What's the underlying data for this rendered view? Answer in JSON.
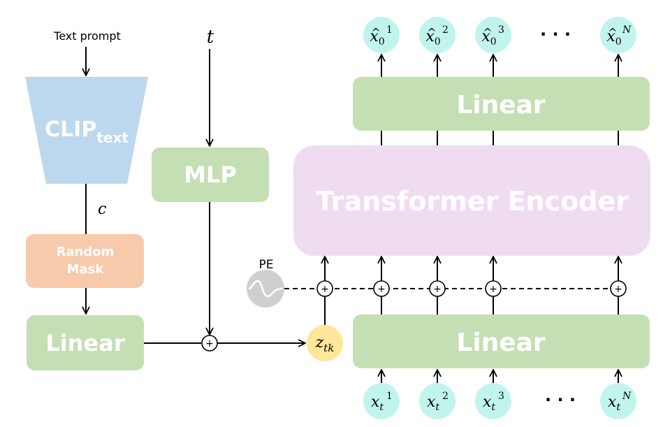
{
  "text_prompt": "Text prompt",
  "clip": {
    "main": "CLIP",
    "sub": "text"
  },
  "c_label": "c",
  "t_label": "t",
  "mlp": "MLP",
  "random_mask": {
    "line1": "Random",
    "line2": "Mask"
  },
  "linear_left": "Linear",
  "z_token": {
    "base": "z",
    "sub": "tk"
  },
  "pe": "PE",
  "plus": "+",
  "transformer": "Transformer Encoder",
  "linear_top": "Linear",
  "linear_bottom": "Linear",
  "ellipsis": "· · ·",
  "outputs": [
    {
      "base": "x",
      "hat": "^",
      "sub": "0",
      "sup": "1"
    },
    {
      "base": "x",
      "hat": "^",
      "sub": "0",
      "sup": "2"
    },
    {
      "base": "x",
      "hat": "^",
      "sub": "0",
      "sup": "3"
    },
    {
      "base": "x",
      "hat": "^",
      "sub": "0",
      "sup": "N"
    }
  ],
  "inputs": [
    {
      "base": "x",
      "sub": "t",
      "sup": "1"
    },
    {
      "base": "x",
      "sub": "t",
      "sup": "2"
    },
    {
      "base": "x",
      "sub": "t",
      "sup": "3"
    },
    {
      "base": "x",
      "sub": "t",
      "sup": "N"
    }
  ],
  "colors": {
    "green": "#c5dfb4",
    "clip_blue": "#bdd7ee",
    "mask_orange": "#f7caac",
    "transformer_pink": "#f0dcf0",
    "token_cyan": "#c2f4ee",
    "z_yellow": "#ffe699",
    "pe_gray": "#cfcfcf"
  }
}
